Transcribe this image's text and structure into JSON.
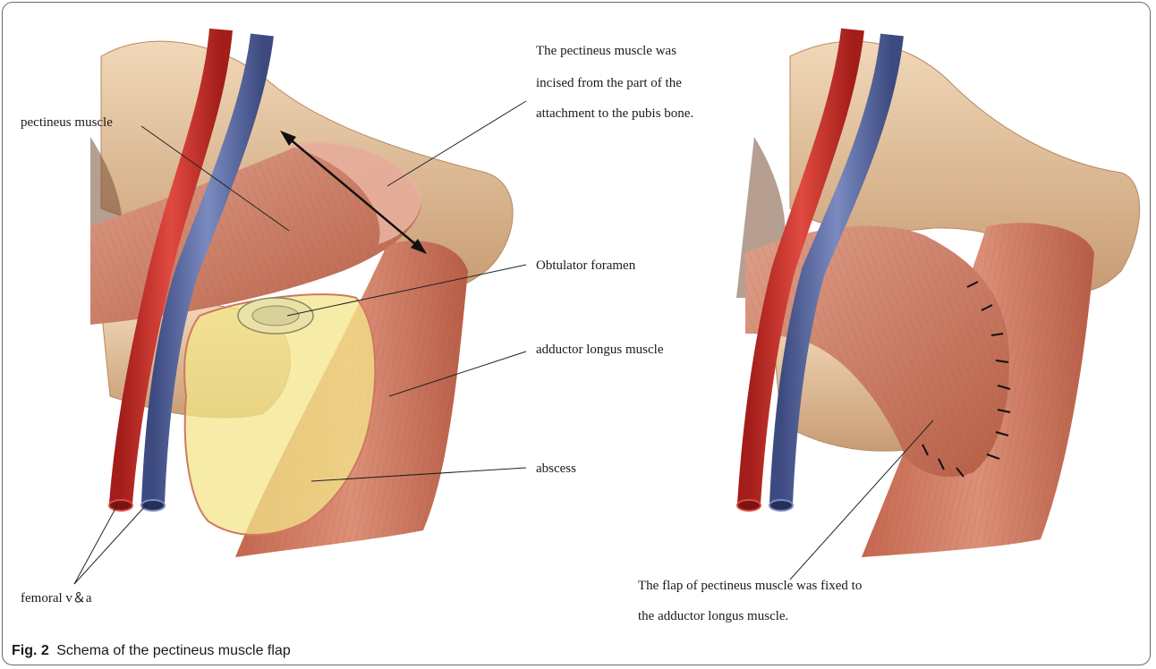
{
  "labels": {
    "pectineus_muscle": "pectineus muscle",
    "incision_line1": "The pectineus muscle was",
    "incision_line2": "incised from the part of the",
    "incision_line3": "attachment to the pubis bone.",
    "obturator": "Obtulator foramen",
    "adductor": "adductor longus muscle",
    "abscess": "abscess",
    "femoral": "femoral v＆a",
    "flap_line1": "The flap of pectineus muscle was fixed to",
    "flap_line2": "the adductor longus muscle."
  },
  "caption": {
    "fig_label": "Fig. 2",
    "text": "Schema of the pectineus muscle flap"
  },
  "colors": {
    "bone": "#e8c9a4",
    "bone_shadow": "#c59a73",
    "muscle": "#c8735a",
    "muscle_light": "#dc9a82",
    "artery": "#c8312b",
    "vein": "#5a6a9e",
    "abscess": "#f3e58a",
    "abscess_border": "#d07860"
  }
}
